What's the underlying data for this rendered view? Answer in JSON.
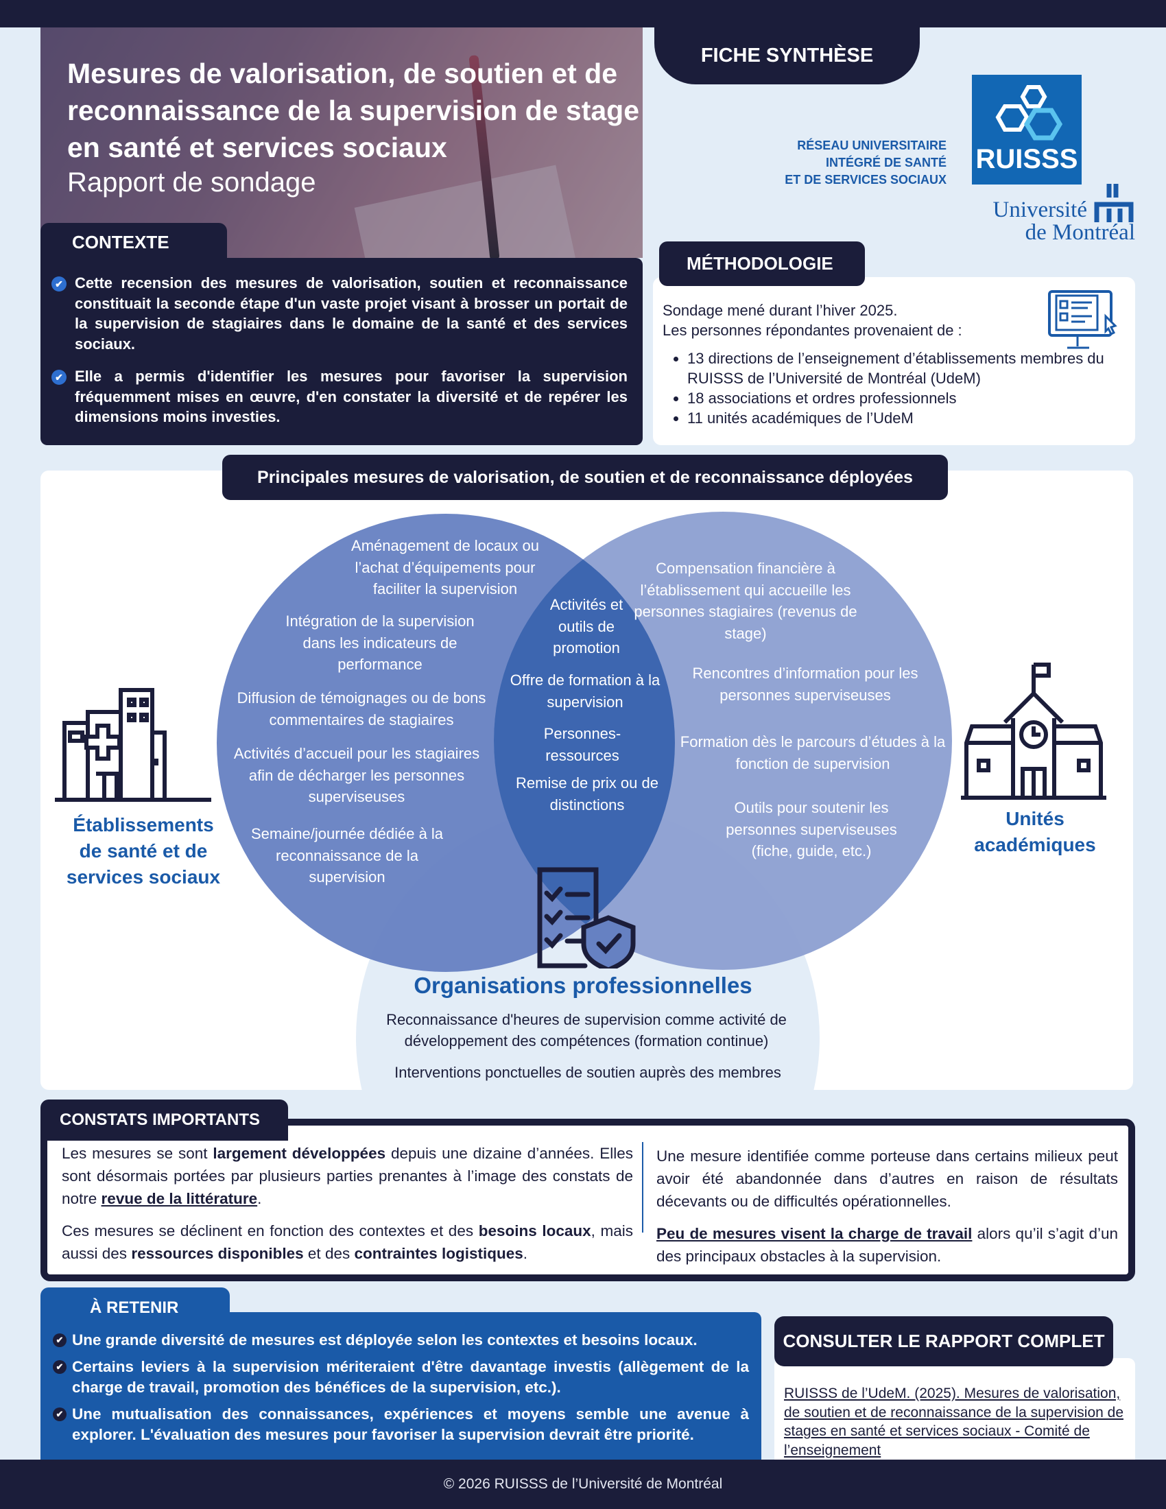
{
  "header": {
    "title": "Mesures de valorisation, de soutien et de reconnaissance de la supervision de stage en santé et services sociaux",
    "subtitle": "Rapport de sondage",
    "badge": "FICHE SYNTHÈSE"
  },
  "logos": {
    "network_lines": [
      "RÉSEAU UNIVERSITAIRE",
      "INTÉGRÉ DE SANTÉ",
      "ET DE SERVICES SOCIAUX"
    ],
    "ruisss": "RUISSS",
    "udem_lines": [
      "Université",
      "de Montréal"
    ]
  },
  "contexte": {
    "title": "CONTEXTE",
    "items": [
      "Cette recension des mesures de valorisation, soutien et reconnaissance constituait la seconde étape d'un vaste projet visant à brosser un portait de la supervision de stagiaires dans le domaine de la santé et des services sociaux.",
      "Elle a permis d'identifier les mesures pour favoriser la supervision fréquemment mises en œuvre, d'en constater la diversité et de repérer les dimensions moins investies."
    ]
  },
  "methodologie": {
    "title": "MÉTHODOLOGIE",
    "intro": [
      "Sondage mené durant l’hiver 2025.",
      "Les personnes répondantes provenaient de :"
    ],
    "items": [
      "13 directions de l’enseignement d’établissements membres du RUISSS de l’Université de Montréal (UdeM)",
      "18 associations et ordres professionnels",
      "11 unités académiques de l’UdeM"
    ]
  },
  "venn": {
    "title": "Principales mesures de valorisation, de soutien et de reconnaissance déployées",
    "etablissements": {
      "label": "Établissements de santé et de services sociaux",
      "items": [
        "Aménagement de locaux ou l’achat d’équipements pour faciliter la supervision",
        "Intégration de la supervision dans les indicateurs de performance",
        "Diffusion de témoignages ou de bons commentaires de stagiaires",
        "Activités d’accueil pour les stagiaires afin de décharger les personnes superviseuses",
        "Semaine/journée dédiée à la reconnaissance de la supervision"
      ]
    },
    "commun": [
      "Activités et outils de promotion",
      "Offre de formation à la supervision",
      "Personnes-ressources",
      "Remise de prix ou de distinctions"
    ],
    "unites": {
      "label": "Unités académiques",
      "items": [
        "Compensation financière à l’établissement qui accueille les personnes stagiaires (revenus de stage)",
        "Rencontres d’information pour les personnes superviseuses",
        "Formation dès le parcours d’études à la fonction de supervision",
        "Outils pour soutenir les personnes superviseuses (fiche, guide, etc.)"
      ]
    },
    "organisations": {
      "label": "Organisations professionnelles",
      "items": [
        "Reconnaissance d'heures de supervision comme activité de développement des compétences (formation continue)",
        "Interventions ponctuelles de soutien auprès des membres"
      ]
    },
    "colors": {
      "left": "#6681c2",
      "right": "#8c9fd1",
      "center": "#3d66b0",
      "bottom": "#e3edf7"
    }
  },
  "constats": {
    "title": "CONSTATS IMPORTANTS",
    "p1": {
      "a": "Les mesures se sont ",
      "b": "largement développées",
      "c": " depuis une dizaine d’années. Elles sont désormais portées par plusieurs parties prenantes à l’image des constats de notre ",
      "link": "revue de la littérature",
      "d": "."
    },
    "p2": {
      "a": "Ces mesures se déclinent en fonction des contextes et des ",
      "b": "besoins locaux",
      "c": ", mais aussi des ",
      "d": "ressources disponibles",
      "e": " et des ",
      "f": "contraintes logistiques",
      "g": "."
    },
    "p3": "Une mesure identifiée comme porteuse dans certains milieux peut avoir été abandonnée dans d’autres en raison de résultats décevants ou de difficultés opérationnelles.",
    "p4": {
      "link": "Peu de mesures visent la charge de travail",
      "rest": " alors qu’il s’agit d’un des principaux obstacles à la supervision."
    }
  },
  "retenir": {
    "title": "À RETENIR",
    "items": [
      "Une grande diversité de mesures est déployée selon les contextes et besoins locaux.",
      "Certains leviers à la supervision mériteraient d'être davantage investis (allègement de la charge de travail, promotion des bénéfices de la supervision, etc.).",
      "Une mutualisation des connaissances, expériences et moyens semble une avenue à explorer. L'évaluation des mesures pour favoriser la supervision devrait être priorité."
    ]
  },
  "rapport": {
    "title": "CONSULTER LE RAPPORT COMPLET",
    "link": "RUISSS de l’UdeM. (2025). Mesures de valorisation, de soutien et de reconnaissance de la supervision de stages en santé et services sociaux - Comité de l’enseignement"
  },
  "footer": "© 2026 RUISSS de l’Université de Montréal"
}
